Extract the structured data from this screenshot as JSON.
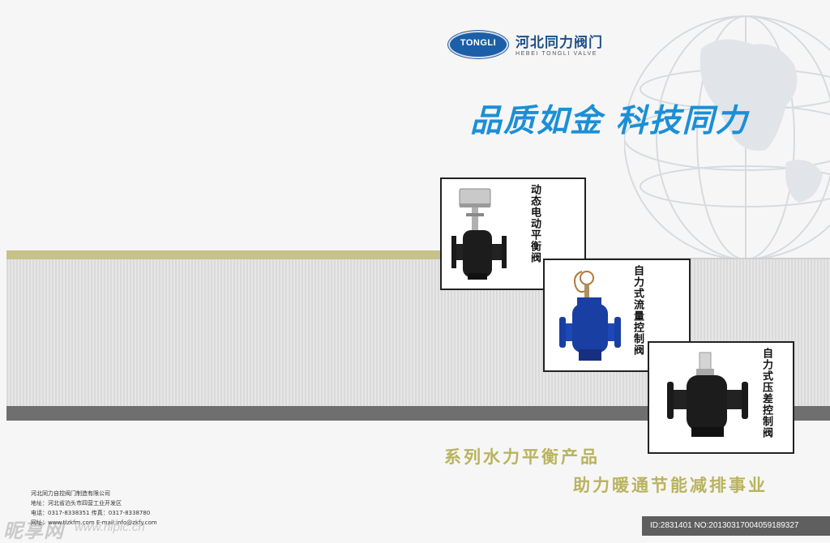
{
  "brand": {
    "logo_text": "TONGLI",
    "name_cn": "河北同力阀门",
    "name_en": "HEBEI TONGLI VALVE"
  },
  "slogan": "品质如金  科技同力",
  "products": [
    {
      "name": "动态电动平衡阀",
      "icon": "electric-balance-valve"
    },
    {
      "name": "自力式流量控制阀",
      "icon": "flow-control-valve"
    },
    {
      "name": "自力式压差控制阀",
      "icon": "pressure-differential-valve"
    }
  ],
  "taglines": {
    "line1": "系列水力平衡产品",
    "line2": "助力暖通节能减排事业"
  },
  "footer": {
    "company": "河北同力自控阀门制造有限公司",
    "address": "地址：河北省泊头市四营工业开发区",
    "phone": "电话：0317-8338351  传真：0317-8338780",
    "web": "网址：www.tlzkfm.com  E-mail:info@zkfy.com"
  },
  "watermark": {
    "text": "昵享网",
    "url": "www.nipic.cn",
    "id": "ID:2831401 NO:20130317004059189327"
  },
  "colors": {
    "slogan_blue": "#1b8fd6",
    "brand_blue": "#1b5fa8",
    "olive": "#b9b35e",
    "valve_blue": "#1a3fa3"
  }
}
